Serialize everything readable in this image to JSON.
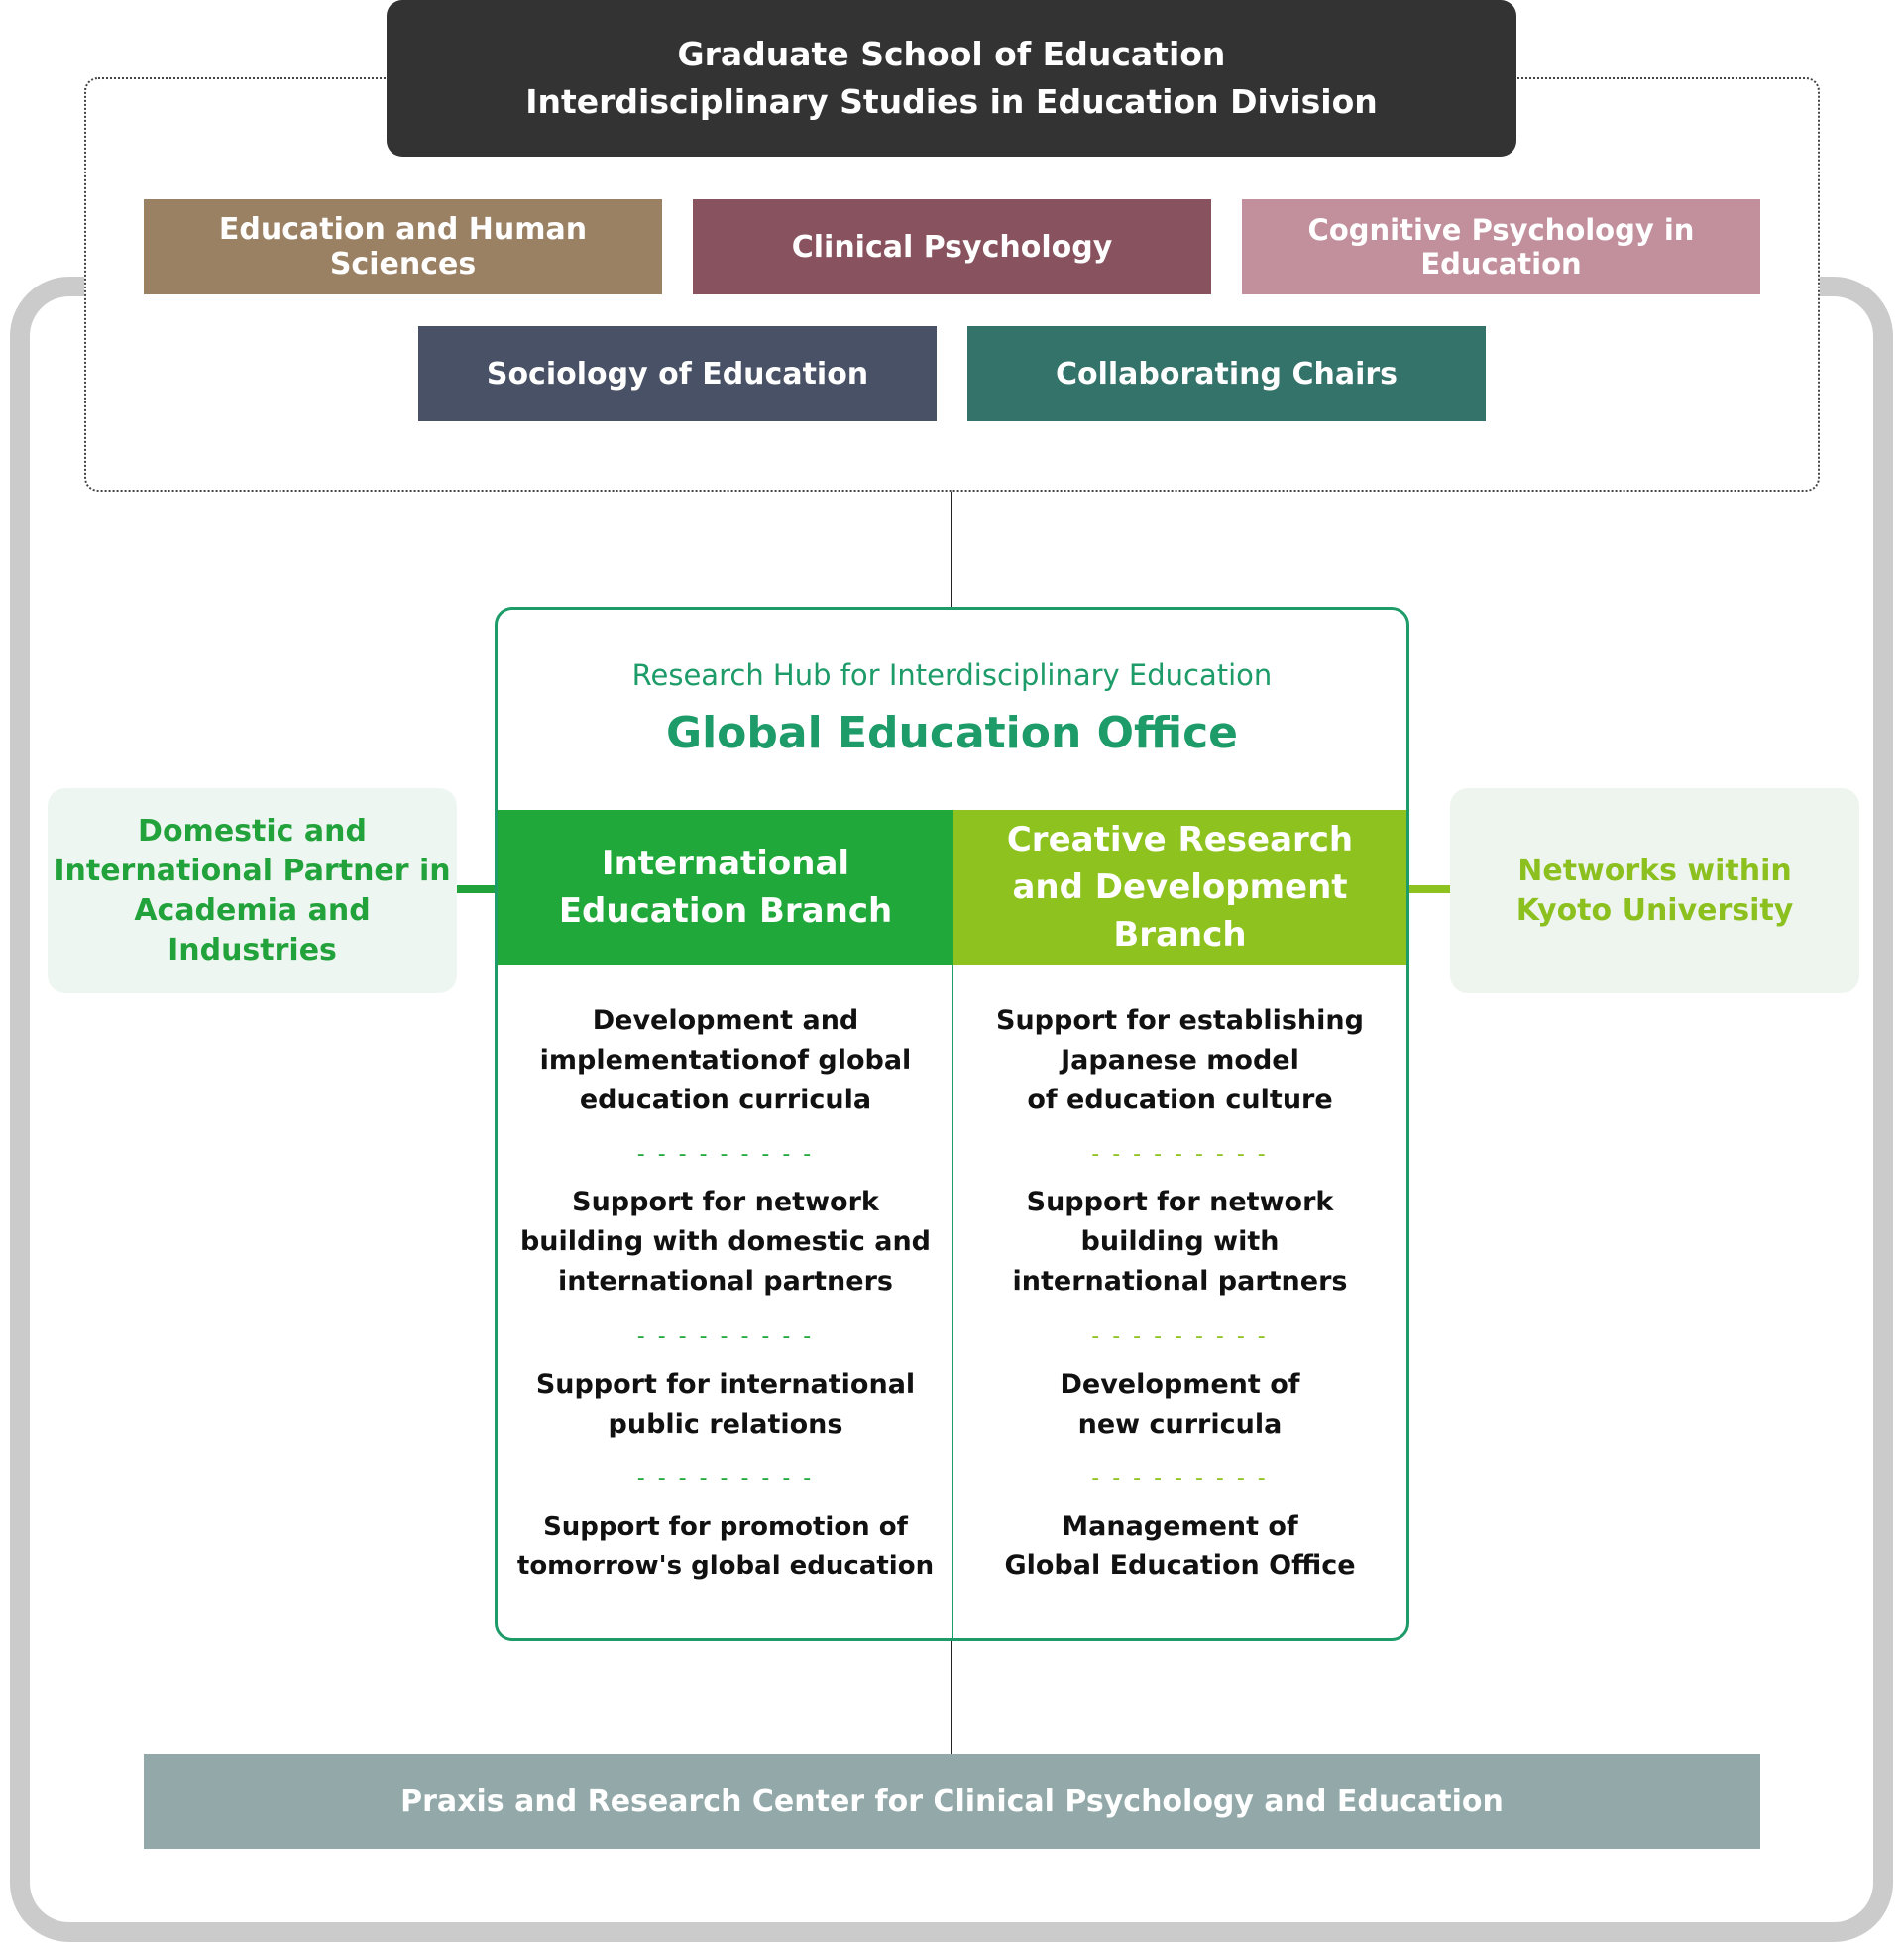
{
  "header": {
    "line1": "Graduate School of Education",
    "line2": "Interdisciplinary Studies in Education Division"
  },
  "departments": [
    {
      "label": "Education and Human Sciences",
      "color": "#9b8163"
    },
    {
      "label": "Clinical Psychology",
      "color": "#88525f"
    },
    {
      "label": "Cognitive Psychology in Education",
      "color": "#c28f9c"
    },
    {
      "label": "Sociology of Education",
      "color": "#485166"
    },
    {
      "label": "Collaborating Chairs",
      "color": "#33736a"
    }
  ],
  "left_partner": {
    "lines": [
      "Domestic and",
      "International Partner in",
      "Academia and Industries"
    ],
    "text_color": "#22a23a",
    "bg": "#eef6f2"
  },
  "right_partner": {
    "lines": [
      "Networks within",
      "Kyoto University"
    ],
    "text_color": "#8bc01f",
    "bg": "#eef4ee"
  },
  "office": {
    "subtitle": "Research Hub for Interdisciplinary Education",
    "title": "Global Education Office",
    "branches": [
      {
        "lines": [
          "International",
          "Education Branch"
        ],
        "color": "#21a83b",
        "separator": "- - - - - - - - -",
        "items": [
          [
            "Development and",
            "implementationof global",
            "education curricula"
          ],
          [
            "Support for network",
            "building with domestic and",
            "international partners"
          ],
          [
            "Support for international",
            "public relations"
          ],
          [
            "Support for promotion of",
            "tomorrow's global education"
          ]
        ]
      },
      {
        "lines": [
          "Creative Research",
          "and Development Branch"
        ],
        "color": "#8ec21f",
        "separator": "- - - - - - - - -",
        "items": [
          [
            "Support for establishing",
            "Japanese model",
            "of education culture"
          ],
          [
            "Support for network",
            "building with",
            "international partners"
          ],
          [
            "Development of",
            "new curricula"
          ],
          [
            "Management of",
            "Global Education Office"
          ]
        ]
      }
    ]
  },
  "footer": {
    "label": "Praxis and Research Center for Clinical Psychology and Education",
    "color": "#93a9a9"
  },
  "colors": {
    "frame": "#cbcbcb",
    "office_border": "#1d9b68",
    "header_bg": "#333333"
  }
}
